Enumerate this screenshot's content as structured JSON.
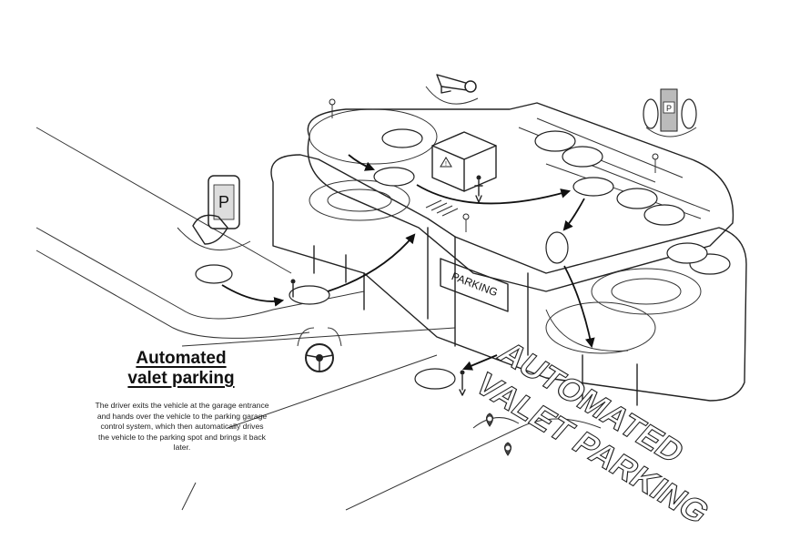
{
  "title_line1": "Automated",
  "title_line2": "valet parking",
  "description": "The driver exits the vehicle at the garage entrance and hands over the vehicle to the parking garage control system, which then automatically drives the vehicle to the parking spot and brings it back later.",
  "sign_label": "PARKING",
  "phone_symbol": "P",
  "spot_symbol": "P",
  "warning_symbol": "!",
  "lettering_line1": "AUTOMATED",
  "lettering_line2": "VALET PARKING"
}
